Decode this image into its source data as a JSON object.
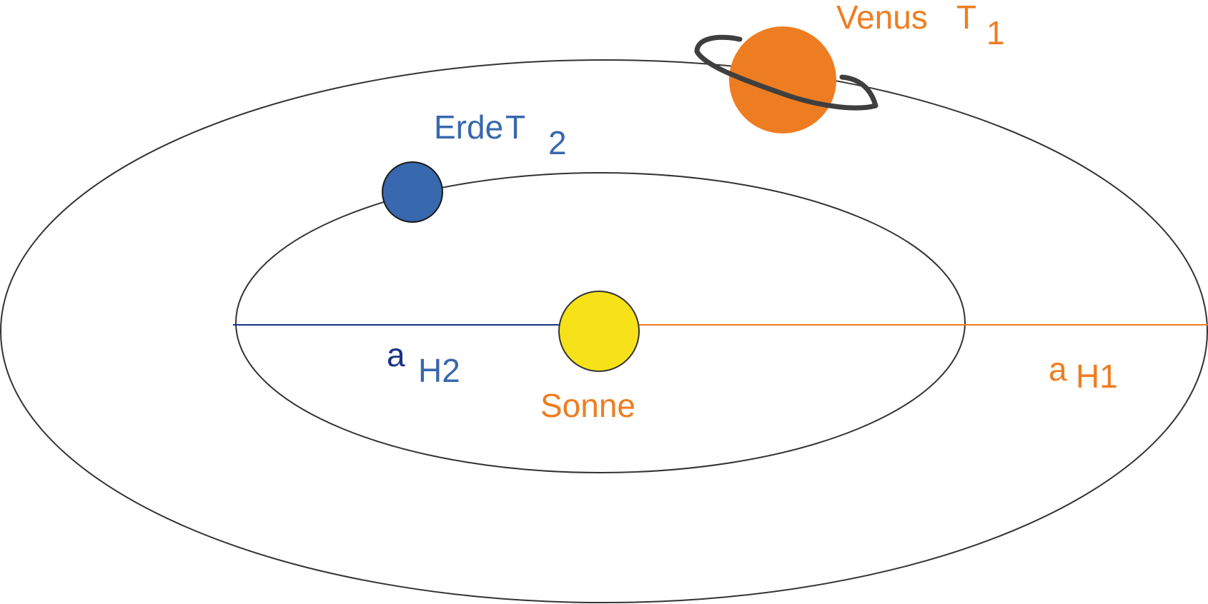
{
  "colors": {
    "orange": "#EE7D22",
    "blue": "#3868AD",
    "navy": "#1A3286",
    "yellow": "#F7E21A",
    "orbit": "#333333"
  },
  "labels": {
    "venus": {
      "name": "Venus",
      "symbol": "T",
      "subscript": "1"
    },
    "earth": {
      "name": "Erde",
      "symbol": "T",
      "subscript": "2"
    },
    "sun": "Sonne",
    "axis_inner": {
      "symbol": "a",
      "subscript": "H2"
    },
    "axis_outer": {
      "symbol": "a",
      "subscript": "H1"
    }
  }
}
